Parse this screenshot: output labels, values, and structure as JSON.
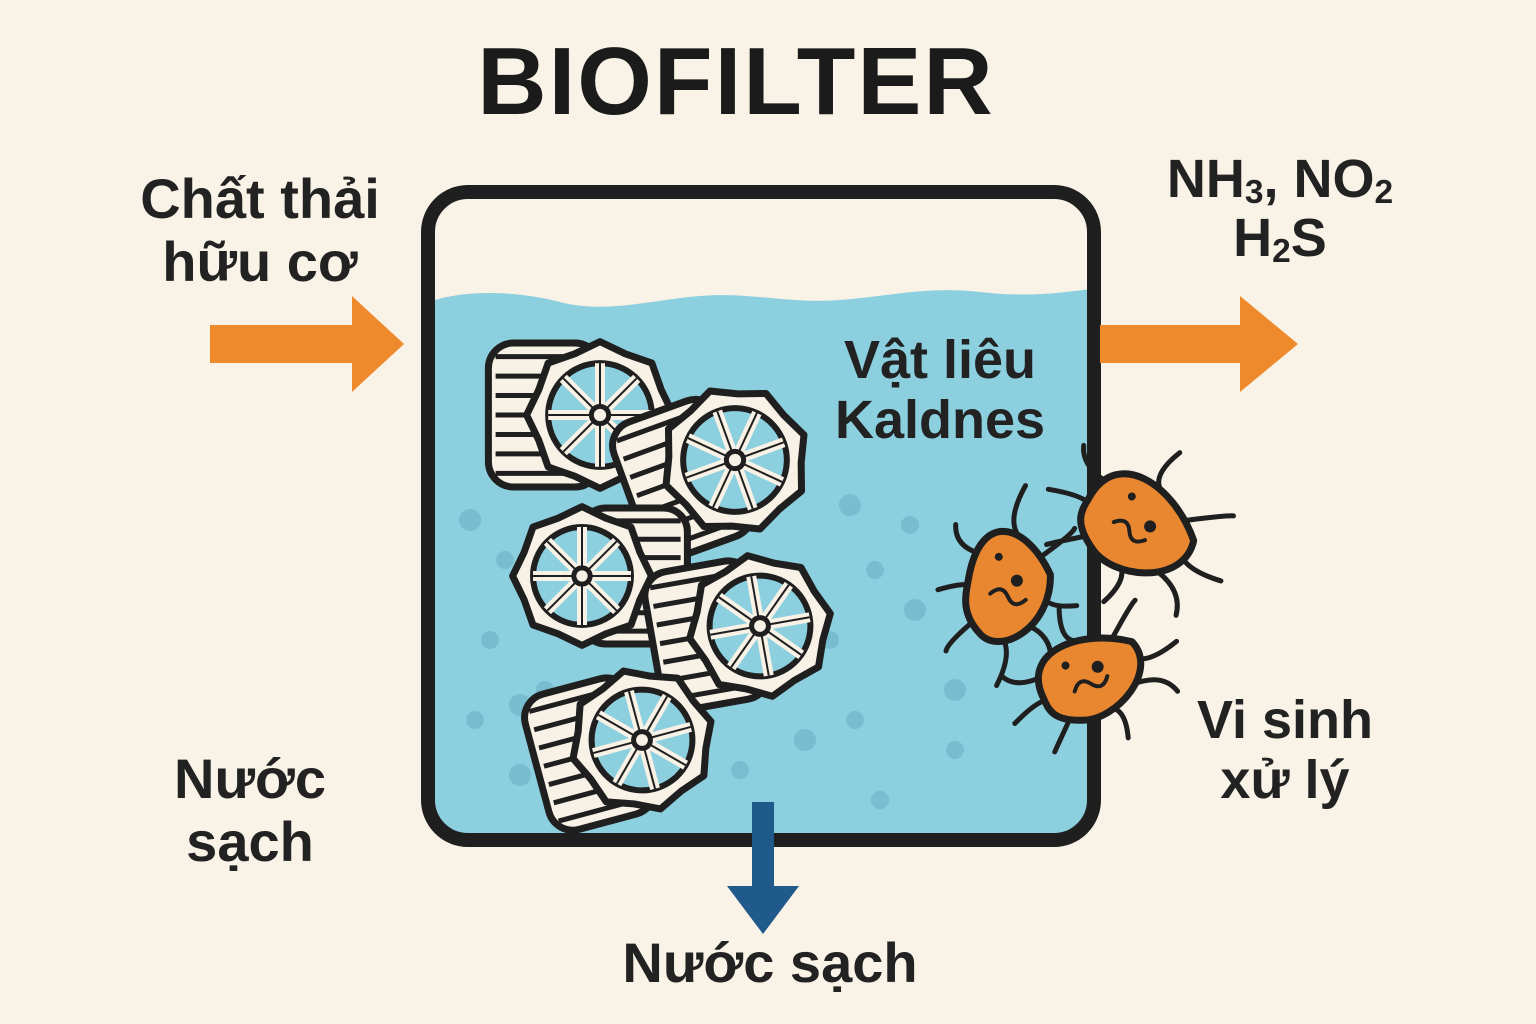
{
  "title": "BIOFILTER",
  "inputs": {
    "organic_waste_line1": "Chất thải",
    "organic_waste_line2": "hữu cơ"
  },
  "outputs": {
    "gas_1_base": "NH",
    "gas_1_sub": "3",
    "gas_1_sep": ", ",
    "gas_2_base": "NO",
    "gas_2_sub": "2",
    "gas_3_base": "H",
    "gas_3_sub": "2",
    "gas_3_tail": "S"
  },
  "media": {
    "line1": "Vật liêu",
    "line2": "Kaldnes"
  },
  "microbes": {
    "line1": "Vi sinh",
    "line2": "xử lý"
  },
  "clean_water_left": {
    "line1": "Nước",
    "line2": "sạch"
  },
  "clean_water_bottom": "Nước sạch",
  "colors": {
    "background": "#f8f2e7",
    "water": "#8ccfdf",
    "tank_outline": "#1f1f1f",
    "arrow_orange": "#ee8a2c",
    "arrow_blue": "#1f5a8a",
    "microbe": "#e8872f",
    "media_fill": "#f7f1e6"
  },
  "icons": [
    "kaldnes-media-icon",
    "microbe-icon",
    "input-arrow-icon",
    "output-arrow-icon",
    "outflow-arrow-icon"
  ]
}
